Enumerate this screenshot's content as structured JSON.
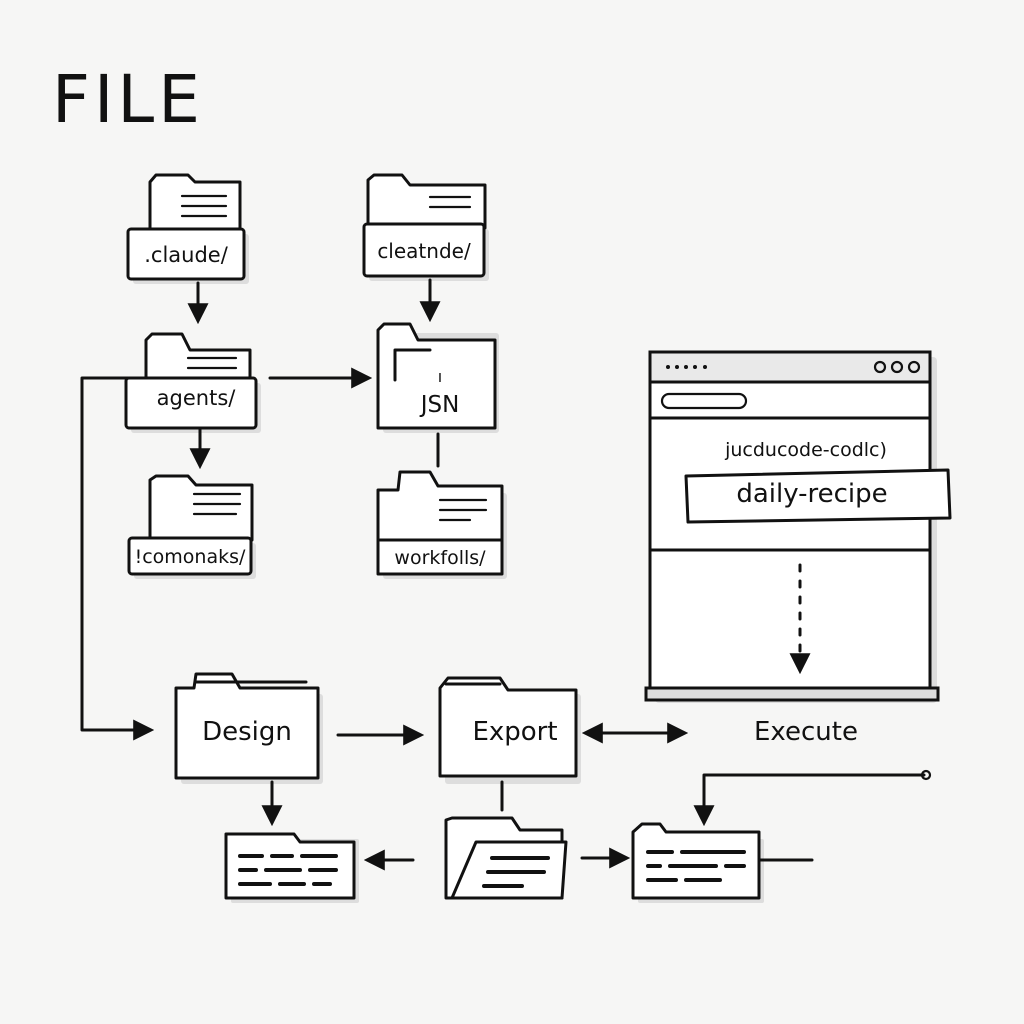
{
  "title": "FILE",
  "folders": {
    "claude": ".claude/",
    "cleatnde": "cleatnde/",
    "agents": "agents/",
    "json": "JSN",
    "json_mark": "ı",
    "commands": "!comonaks/",
    "workflows": "workfolls/"
  },
  "steps": {
    "design": "Design",
    "export": "Export",
    "execute": "Execute"
  },
  "browser": {
    "path": "jucducode-codlc)",
    "banner": "daily-recipe"
  },
  "icons": [
    "folder-icon",
    "document-icon",
    "open-folder-icon",
    "browser-window-icon",
    "arrow-icon"
  ],
  "colors": {
    "ink": "#111111",
    "paper": "#ffffff",
    "background": "#f6f6f5"
  }
}
